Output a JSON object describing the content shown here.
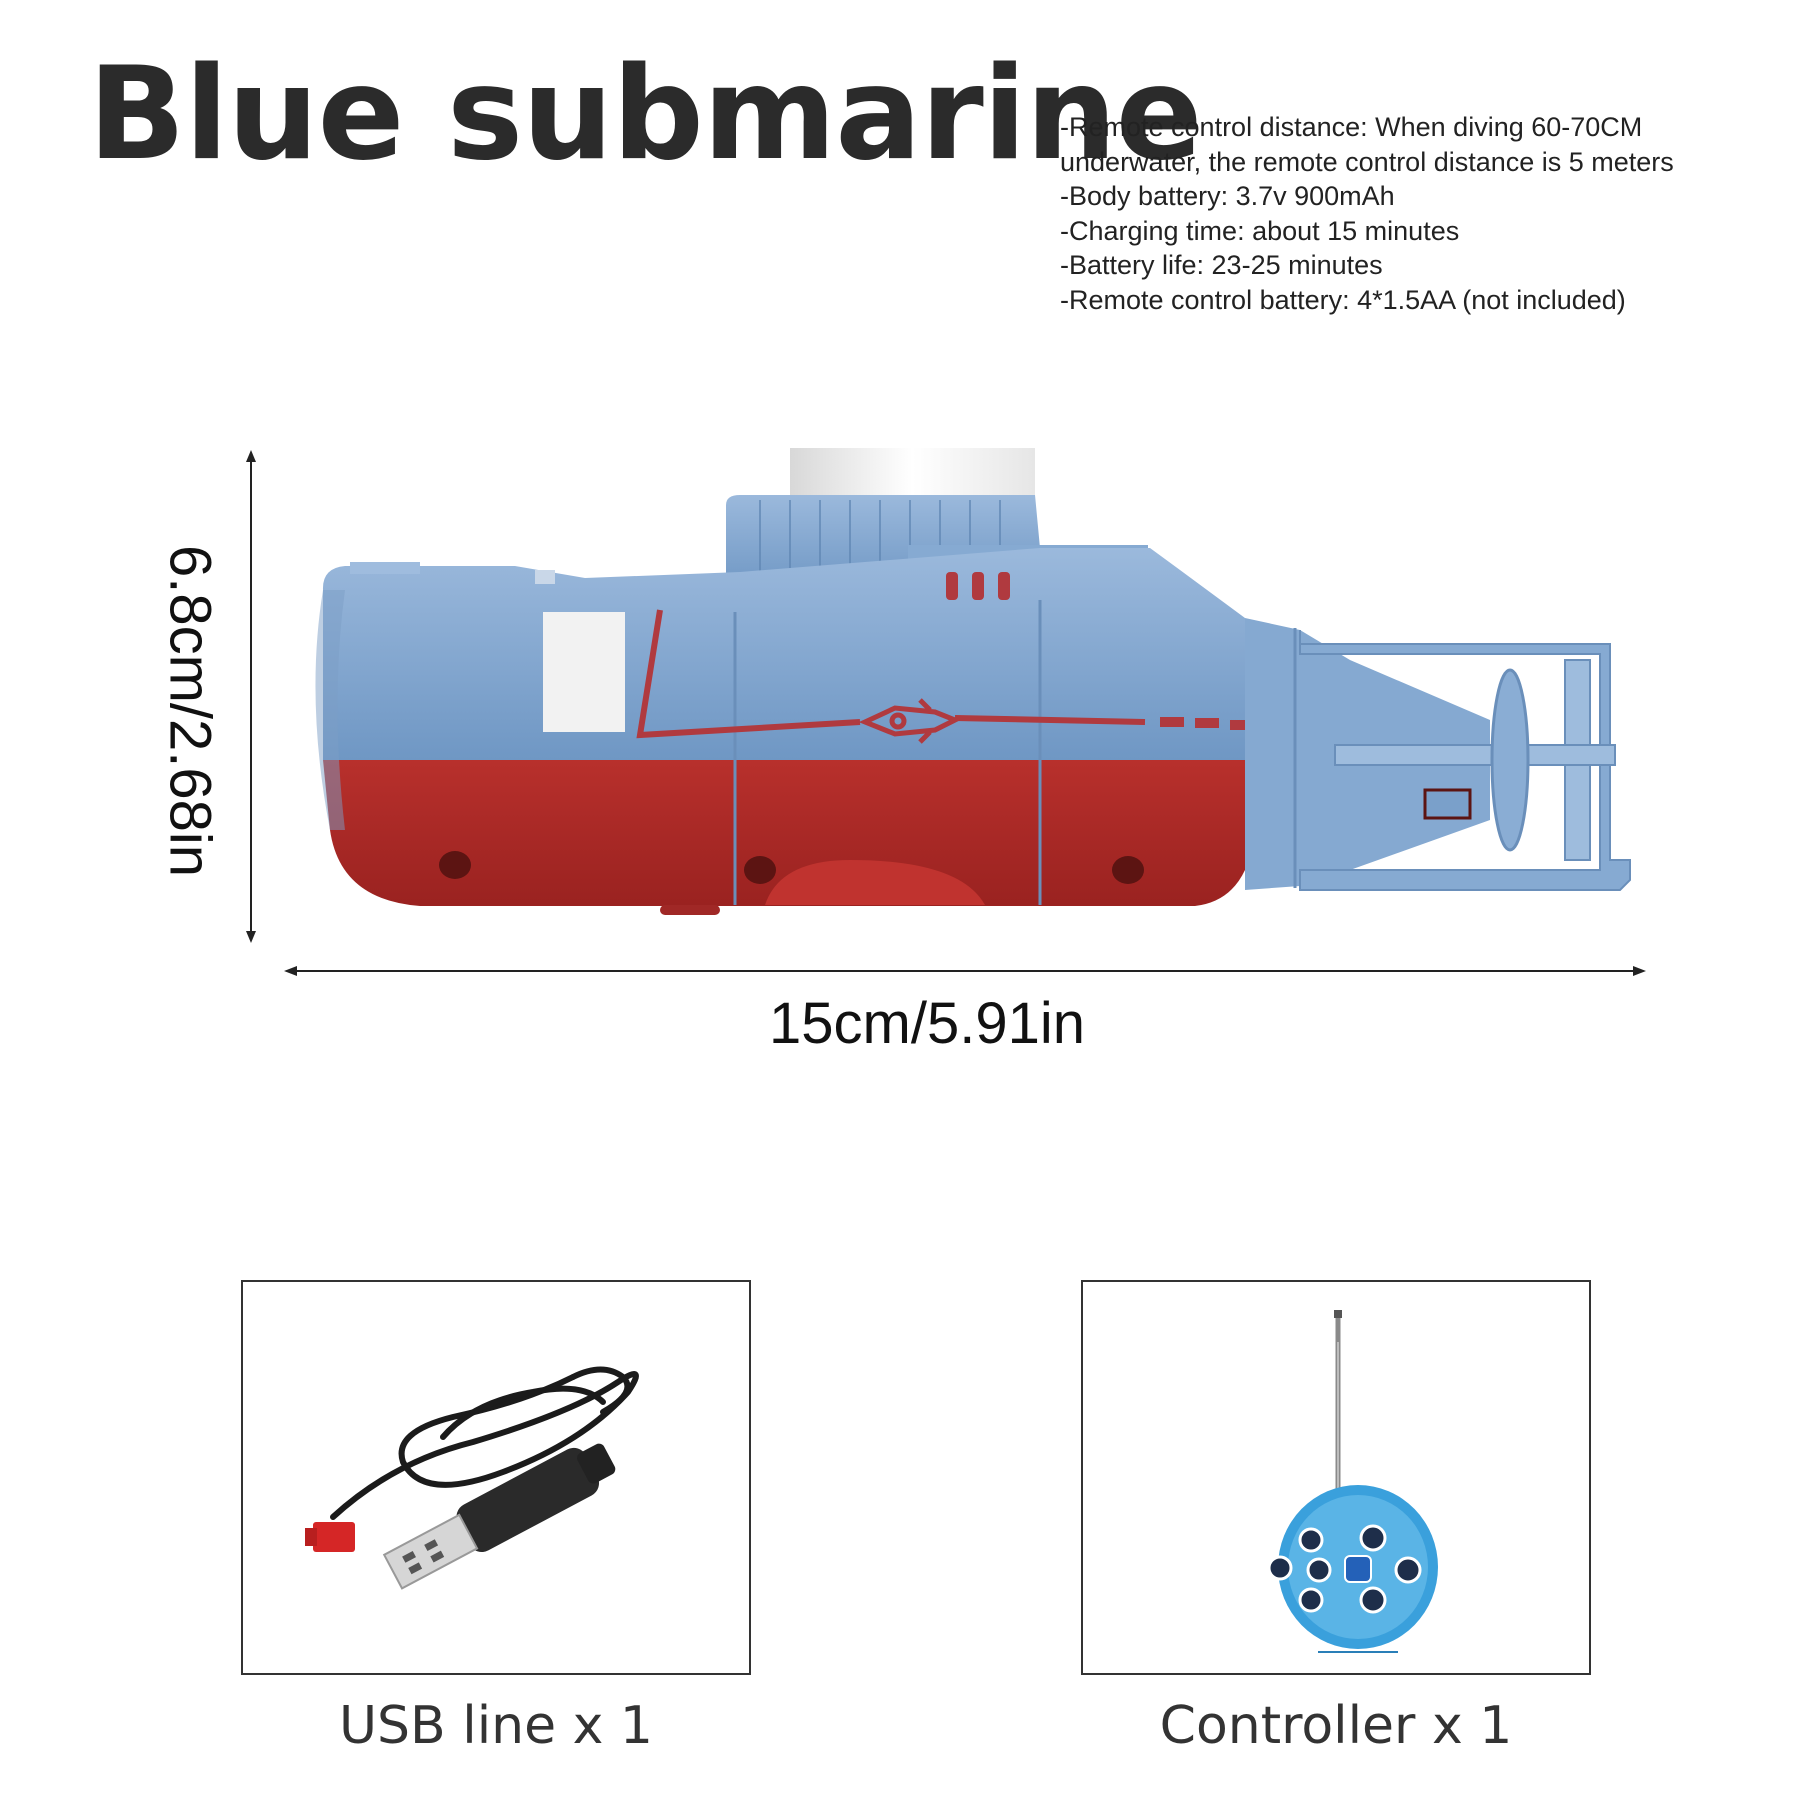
{
  "title": "Blue submarine",
  "specs": [
    "-Remote control distance: When diving 60-70CM",
    "underwater, the remote control distance is 5 meters",
    "-Body battery: 3.7v 900mAh",
    "-Charging time: about 15 minutes",
    "-Battery life: 23-25 minutes",
    "-Remote control battery: 4*1.5AA (not included)"
  ],
  "dimensions": {
    "height_label": "6.8cm/2.68in",
    "length_label": "15cm/5.91in"
  },
  "accessories": [
    {
      "caption": "USB line x 1"
    },
    {
      "caption": "Controller x 1"
    }
  ],
  "colors": {
    "hull_blue": "#7ea3cc",
    "hull_red": "#b02a28",
    "stripe": "#b03a3f",
    "text_dark": "#2b2b2b"
  }
}
